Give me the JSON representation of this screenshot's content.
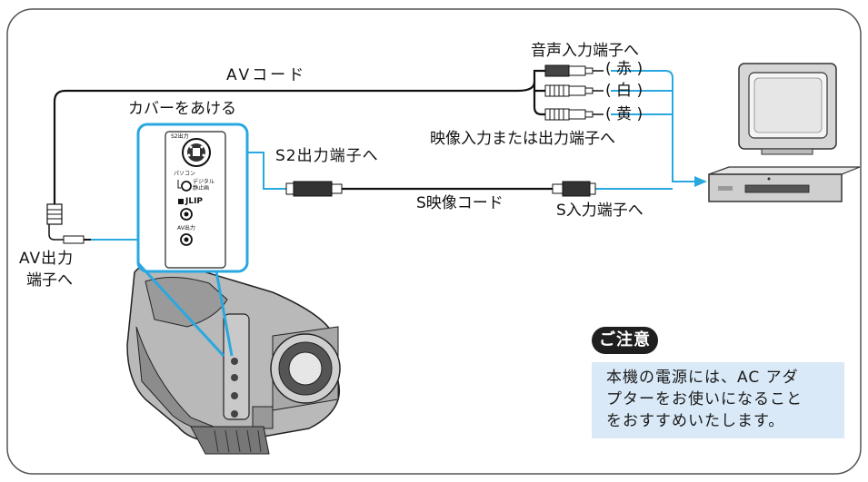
{
  "labels": {
    "av_cord": "AVコード",
    "audio_in": "音声入力端子へ",
    "red": "( 赤 )",
    "white": "( 白 )",
    "yellow": "( 黄 )",
    "video_in": "映像入力または出力端子へ",
    "cover": "カバーをあける",
    "s2_out": "S2出力端子へ",
    "s_cord": "S映像コード",
    "s_in": "S入力端子へ",
    "av_out_line1": "AV出力",
    "av_out_line2": "端子へ"
  },
  "jack_panel": {
    "s2": "S2出力",
    "pc": "パソコン",
    "still": "デジタル",
    "still2": "静止画",
    "jlip": "JLIP",
    "av": "AV出力"
  },
  "note": {
    "badge": "ご注意",
    "lines": [
      "本機の電源には、AC アダ",
      "プターをお使いになること",
      "をおすすめいたします。"
    ]
  },
  "colors": {
    "accent": "#29a8e0",
    "note_bg": "#d9e9f7"
  }
}
